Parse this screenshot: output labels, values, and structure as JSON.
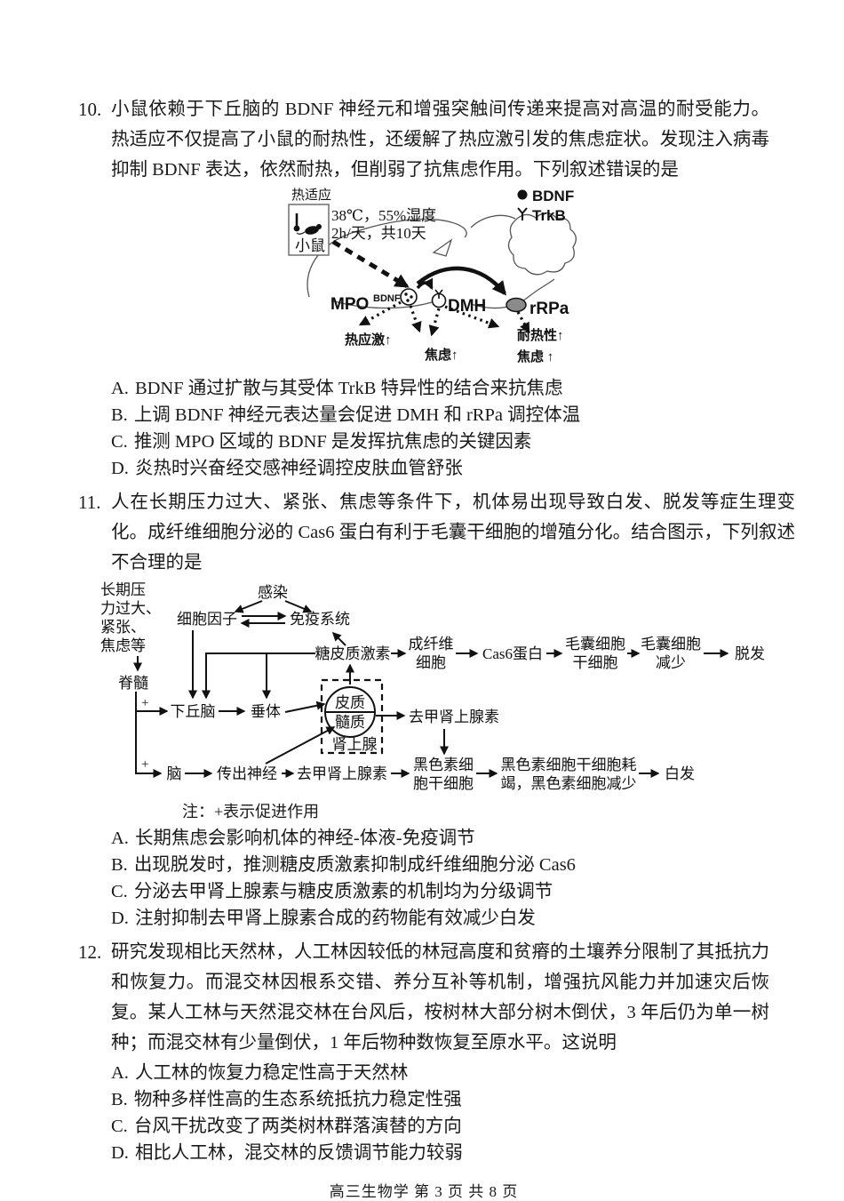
{
  "footer": {
    "text": "高三生物学 第 3 页 共 8 页"
  },
  "q10": {
    "number": "10.",
    "stem": "小鼠依赖于下丘脑的 BDNF 神经元和增强突触间传递来提高对高温的耐受能力。热适应不仅提高了小鼠的耐热性，还缓解了热应激引发的焦虑症状。发现注入病毒抑制 BDNF 表达，依然耐热，但削弱了抗焦虑作用。下列叙述错误的是",
    "diagram": {
      "heat_adapt": "热适应",
      "mouse": "小鼠",
      "cond1": "38℃，55%湿度",
      "cond2": "2h/天，共10天",
      "legend_bdnf": "BDNF",
      "legend_trkb": "TrkB",
      "mpo": "MPO",
      "mpo_sup": "BDNF",
      "dmh": "DMH",
      "rrpa": "rRPa",
      "label_heat_stress": "热应激↑",
      "label_anxiety_mid": "焦虑↑",
      "label_heat_tolerance": "耐热性↑",
      "label_anxiety_right": "焦虑 ↑"
    },
    "options": [
      {
        "label": "A.",
        "text": "BDNF 通过扩散与其受体 TrkB 特异性的结合来抗焦虑"
      },
      {
        "label": "B.",
        "text": "上调 BDNF 神经元表达量会促进 DMH 和 rRPa 调控体温"
      },
      {
        "label": "C.",
        "text": "推测 MPO 区域的 BDNF 是发挥抗焦虑的关键因素"
      },
      {
        "label": "D.",
        "text": "炎热时兴奋经交感神经调控皮肤血管舒张"
      }
    ]
  },
  "q11": {
    "number": "11.",
    "stem": "人在长期压力过大、紧张、焦虑等条件下，机体易出现导致白发、脱发等症生理变化。成纤维细胞分泌的 Cas6 蛋白有利于毛囊干细胞的增殖分化。结合图示，下列叙述不合理的是",
    "diagram": {
      "stress1": "长期压",
      "stress2": "力过大、",
      "stress3": "紧张、",
      "stress4": "焦虑等",
      "spinal": "脊髓",
      "plus_a": "+",
      "plus_b": "+",
      "infection": "感染",
      "cytokine": "细胞因子",
      "immune": "免疫系统",
      "gluco": "糖皮质激素",
      "fibro1": "成纤维",
      "fibro2": "细胞",
      "cas6": "Cas6蛋白",
      "follicle1": "毛囊细胞",
      "follicle2": "干细胞",
      "follicle_less1": "毛囊细胞",
      "follicle_less2": "减少",
      "hair_loss": "脱发",
      "hypothalamus": "下丘脑",
      "pituitary": "垂体",
      "cortex": "皮质",
      "medulla": "髓质",
      "adrenal": "肾上腺",
      "nor_top": "去甲肾上腺素",
      "brain": "脑",
      "efferent": "传出神经",
      "nor_bottom": "去甲肾上腺素",
      "melanocyte1": "黑色素细",
      "melanocyte2": "胞干细胞",
      "deplete1": "黑色素细胞干细胞耗",
      "deplete2": "竭，黑色素细胞减少",
      "white_hair": "白发",
      "note": "注：+表示促进作用"
    },
    "options": [
      {
        "label": "A.",
        "text": "长期焦虑会影响机体的神经-体液-免疫调节"
      },
      {
        "label": "B.",
        "text": "出现脱发时，推测糖皮质激素抑制成纤维细胞分泌 Cas6"
      },
      {
        "label": "C.",
        "text": "分泌去甲肾上腺素与糖皮质激素的机制均为分级调节"
      },
      {
        "label": "D.",
        "text": "注射抑制去甲肾上腺素合成的药物能有效减少白发"
      }
    ]
  },
  "q12": {
    "number": "12.",
    "stem": "研究发现相比天然林，人工林因较低的林冠高度和贫瘠的土壤养分限制了其抵抗力和恢复力。而混交林因根系交错、养分互补等机制，增强抗风能力并加速灾后恢复。某人工林与天然混交林在台风后，桉树林大部分树木倒伏，3 年后仍为单一树种；而混交林有少量倒伏，1 年后物种数恢复至原水平。这说明",
    "options": [
      {
        "label": "A.",
        "text": "人工林的恢复力稳定性高于天然林"
      },
      {
        "label": "B.",
        "text": "物种多样性高的生态系统抵抗力稳定性强"
      },
      {
        "label": "C.",
        "text": "台风干扰改变了两类树林群落演替的方向"
      },
      {
        "label": "D.",
        "text": "相比人工林，混交林的反馈调节能力较弱"
      }
    ]
  }
}
